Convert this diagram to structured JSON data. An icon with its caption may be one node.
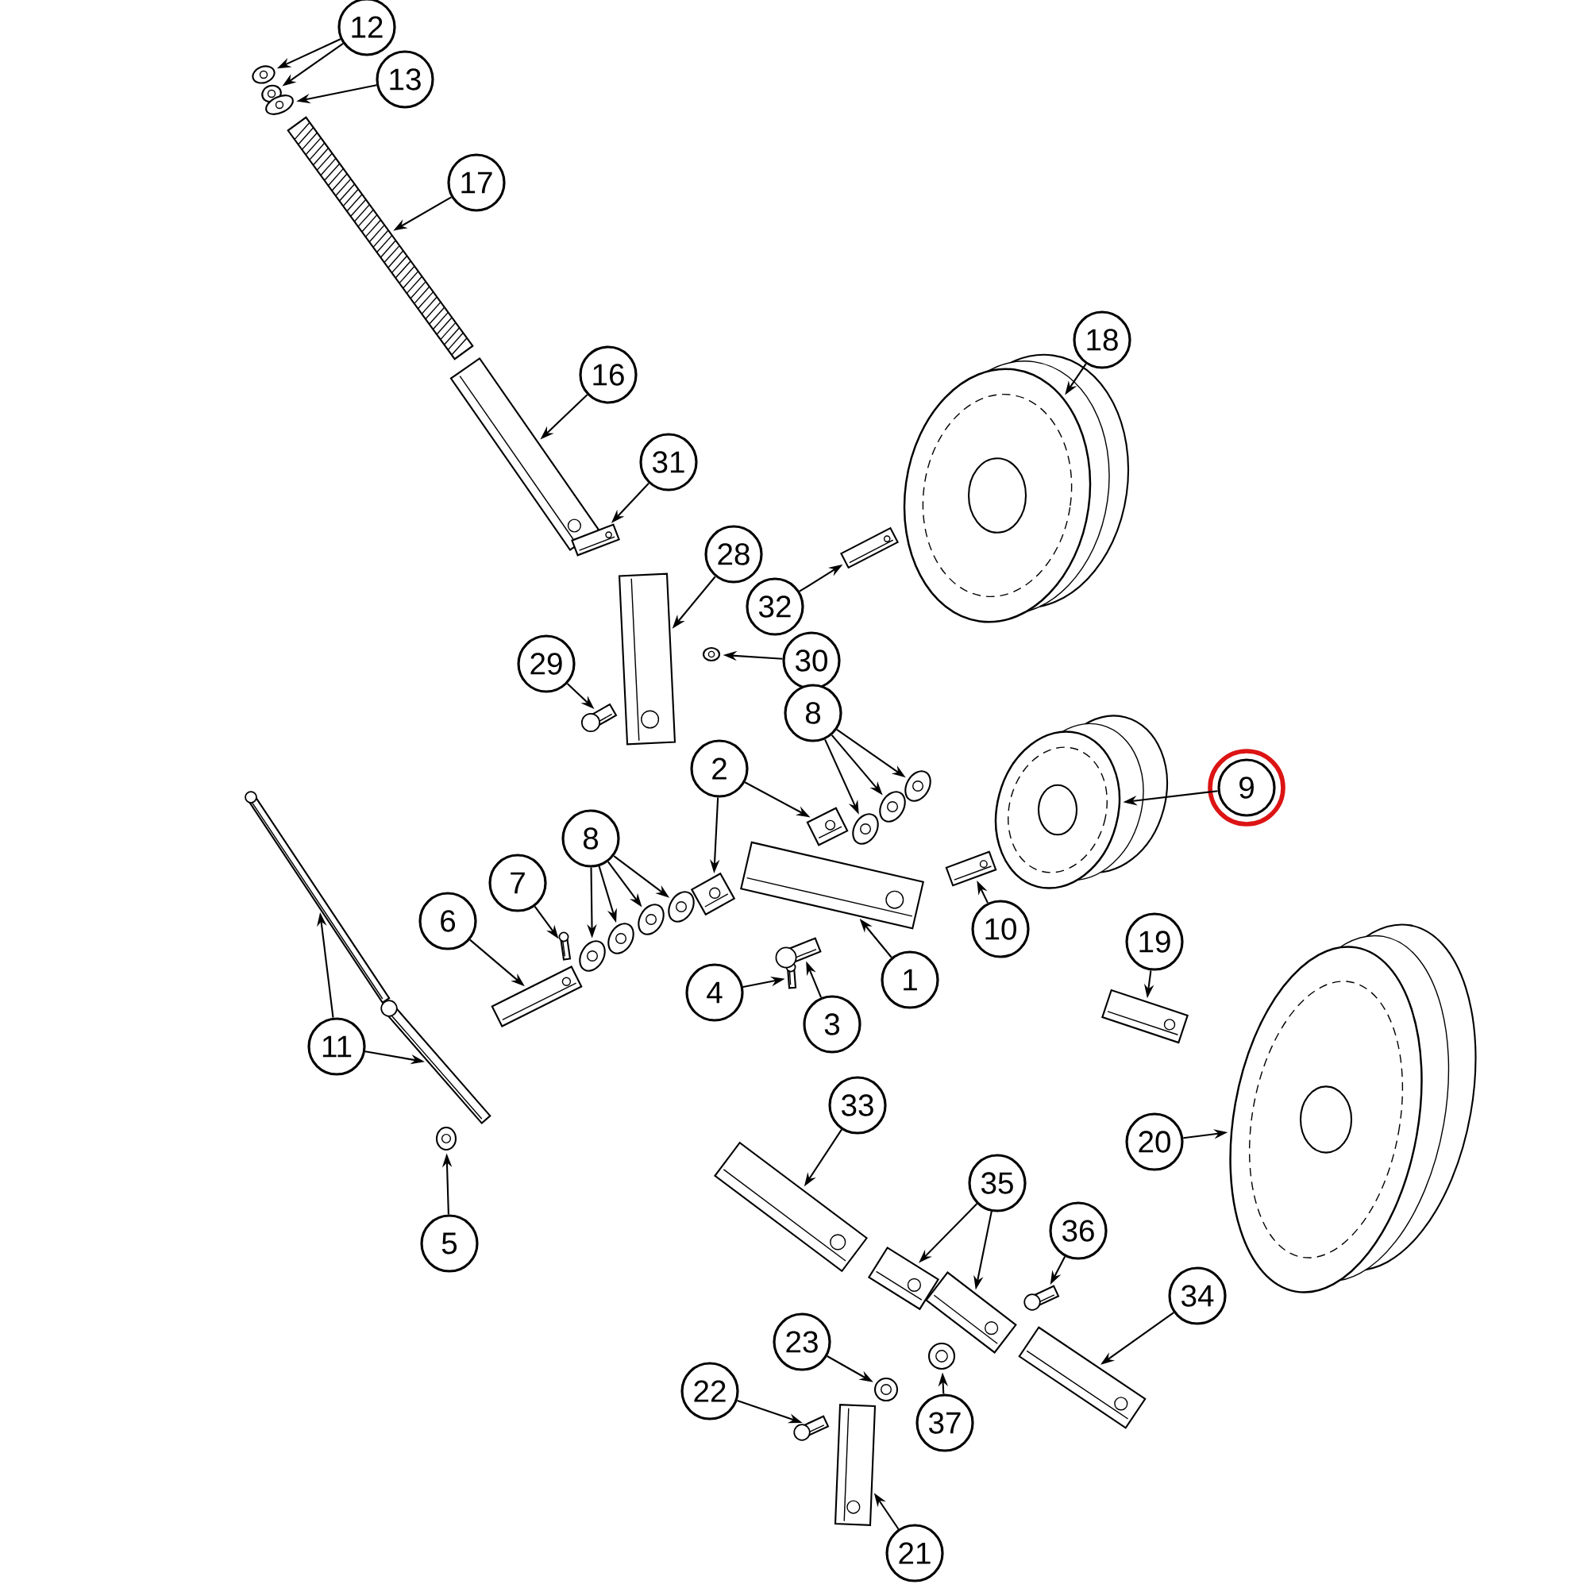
{
  "diagram": {
    "nodes": [
      {
        "text": [
          "12"
        ]
      },
      {
        "text": [],
        "shape": "picture"
      },
      {
        "text": [],
        "shape": "picture"
      },
      {
        "text": [
          "13"
        ]
      },
      {
        "text": [],
        "shape": "picture"
      },
      {
        "text": [
          "17"
        ]
      },
      {
        "text": [],
        "shape": "picture"
      },
      {
        "text": [
          "16"
        ]
      },
      {
        "text": [],
        "shape": "picture"
      },
      {
        "text": [
          "31"
        ]
      },
      {
        "text": [],
        "shape": "picture"
      },
      {
        "text": [
          "28"
        ]
      },
      {
        "text": [],
        "shape": "picture"
      },
      {
        "text": [
          "29"
        ]
      },
      {
        "text": [],
        "shape": "picture"
      },
      {
        "text": [
          "30"
        ]
      },
      {
        "text": [],
        "shape": "picture"
      },
      {
        "text": [
          "32"
        ]
      },
      {
        "text": [],
        "shape": "picture"
      },
      {
        "text": [
          "18"
        ]
      },
      {
        "text": [],
        "shape": "picture"
      },
      {
        "text": [
          "8"
        ]
      },
      {
        "text": [],
        "shape": "picture"
      },
      {
        "text": [],
        "shape": "picture"
      },
      {
        "text": [],
        "shape": "picture"
      },
      {
        "text": [
          "2"
        ]
      },
      {
        "text": [],
        "shape": "picture"
      },
      {
        "text": [],
        "shape": "picture"
      },
      {
        "text": [
          "8"
        ]
      },
      {
        "text": [],
        "shape": "picture"
      },
      {
        "text": [],
        "shape": "picture"
      },
      {
        "text": [],
        "shape": "picture"
      },
      {
        "text": [],
        "shape": "picture"
      },
      {
        "text": [
          "7"
        ]
      },
      {
        "text": [],
        "shape": "picture"
      },
      {
        "text": [
          "6"
        ]
      },
      {
        "text": [],
        "shape": "picture"
      },
      {
        "text": [
          "9"
        ]
      },
      {
        "text": [],
        "shape": "picture"
      },
      {
        "text": [
          "10"
        ]
      },
      {
        "text": [],
        "shape": "picture"
      },
      {
        "text": [
          "1"
        ]
      },
      {
        "text": [],
        "shape": "picture"
      },
      {
        "text": [
          "4"
        ]
      },
      {
        "text": [],
        "shape": "picture"
      },
      {
        "text": [
          "3"
        ]
      },
      {
        "text": [],
        "shape": "picture"
      },
      {
        "text": [
          "19"
        ]
      },
      {
        "text": [],
        "shape": "picture"
      },
      {
        "text": [
          "11"
        ]
      },
      {
        "text": [],
        "shape": "picture"
      },
      {
        "text": [],
        "shape": "picture"
      },
      {
        "text": [
          "5"
        ]
      },
      {
        "text": [],
        "shape": "picture"
      },
      {
        "text": [
          "33"
        ]
      },
      {
        "text": [],
        "shape": "picture"
      },
      {
        "text": [
          "35"
        ]
      },
      {
        "text": [],
        "shape": "picture"
      },
      {
        "text": [],
        "shape": "picture"
      },
      {
        "text": [
          "36"
        ]
      },
      {
        "text": [],
        "shape": "picture"
      },
      {
        "text": [
          "34"
        ]
      },
      {
        "text": [],
        "shape": "picture"
      },
      {
        "text": [
          "20"
        ]
      },
      {
        "text": [],
        "shape": "picture"
      },
      {
        "text": [
          "23"
        ]
      },
      {
        "text": [],
        "shape": "picture"
      },
      {
        "text": [
          "22"
        ]
      },
      {
        "text": [],
        "shape": "picture"
      },
      {
        "text": [
          "37"
        ]
      },
      {
        "text": [],
        "shape": "picture"
      },
      {
        "text": [
          "21"
        ]
      },
      {
        "text": [],
        "shape": "picture"
      }
    ],
    "edges": [
      {
        "from": 0,
        "to": 1,
        "arrow": "to"
      },
      {
        "from": 0,
        "to": 2,
        "arrow": "to"
      },
      {
        "from": 3,
        "to": 4,
        "arrow": "to"
      },
      {
        "from": 5,
        "to": 6,
        "arrow": "to"
      },
      {
        "from": 7,
        "to": 8,
        "arrow": "to"
      },
      {
        "from": 9,
        "to": 10,
        "arrow": "to"
      },
      {
        "from": 11,
        "to": 12,
        "arrow": "to"
      },
      {
        "from": 13,
        "to": 14,
        "arrow": "to"
      },
      {
        "from": 15,
        "to": 16,
        "arrow": "to"
      },
      {
        "from": 17,
        "to": 18,
        "arrow": "to"
      },
      {
        "from": 19,
        "to": 20,
        "arrow": "to"
      },
      {
        "from": 21,
        "to": 22,
        "arrow": "to"
      },
      {
        "from": 21,
        "to": 23,
        "arrow": "to"
      },
      {
        "from": 21,
        "to": 24,
        "arrow": "to"
      },
      {
        "from": 25,
        "to": 26,
        "arrow": "to"
      },
      {
        "from": 25,
        "to": 27,
        "arrow": "to"
      },
      {
        "from": 28,
        "to": 29,
        "arrow": "to"
      },
      {
        "from": 28,
        "to": 30,
        "arrow": "to"
      },
      {
        "from": 28,
        "to": 31,
        "arrow": "to"
      },
      {
        "from": 28,
        "to": 32,
        "arrow": "to"
      },
      {
        "from": 33,
        "to": 34,
        "arrow": "to"
      },
      {
        "from": 35,
        "to": 36,
        "arrow": "to"
      },
      {
        "from": 37,
        "to": 38,
        "arrow": "to"
      },
      {
        "from": 39,
        "to": 40,
        "arrow": "to"
      },
      {
        "from": 41,
        "to": 42,
        "arrow": "to"
      },
      {
        "from": 43,
        "to": 44,
        "arrow": "to"
      },
      {
        "from": 45,
        "to": 46,
        "arrow": "to"
      },
      {
        "from": 47,
        "to": 48,
        "arrow": "to"
      },
      {
        "from": 49,
        "to": 50,
        "arrow": "to"
      },
      {
        "from": 49,
        "to": 51,
        "arrow": "to"
      },
      {
        "from": 52,
        "to": 53,
        "arrow": "to"
      },
      {
        "from": 54,
        "to": 55,
        "arrow": "to"
      },
      {
        "from": 56,
        "to": 57,
        "arrow": "to"
      },
      {
        "from": 56,
        "to": 58,
        "arrow": "to"
      },
      {
        "from": 59,
        "to": 60,
        "arrow": "to"
      },
      {
        "from": 61,
        "to": 62,
        "arrow": "to"
      },
      {
        "from": 63,
        "to": 64,
        "arrow": "to"
      },
      {
        "from": 65,
        "to": 66,
        "arrow": "to"
      },
      {
        "from": 67,
        "to": 68,
        "arrow": "to"
      },
      {
        "from": 69,
        "to": 70,
        "arrow": "to"
      },
      {
        "from": 71,
        "to": 72,
        "arrow": "to"
      }
    ]
  }
}
